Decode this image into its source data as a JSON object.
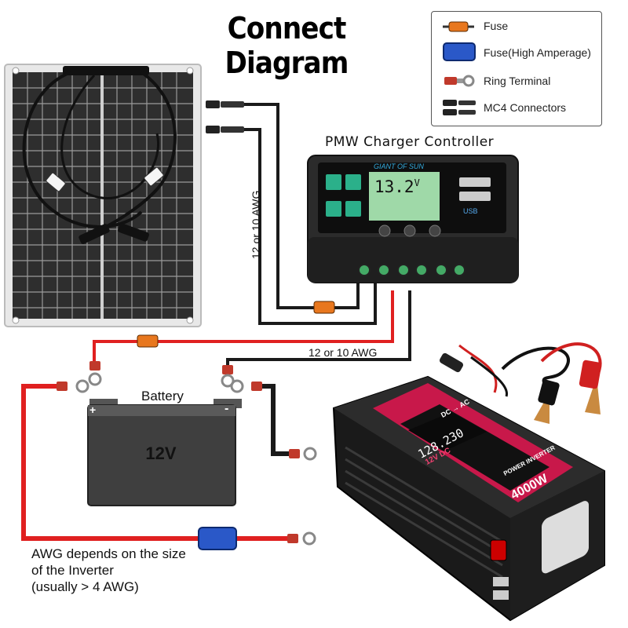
{
  "title": "Connect Diagram",
  "legend": [
    {
      "label": "Fuse",
      "icon": "fuse-icon"
    },
    {
      "label": "Fuse(High Amperage)",
      "icon": "high-amp-fuse-icon"
    },
    {
      "label": "Ring Terminal",
      "icon": "ring-terminal-icon"
    },
    {
      "label": "MC4 Connectors",
      "icon": "mc4-connector-icon"
    }
  ],
  "controller": {
    "label": "PMW Charger Controller",
    "brand": "GIANT OF SUN",
    "screen": "13.2",
    "unit": "V",
    "usb": "USB"
  },
  "wire_labels": {
    "panel_to_controller": "12 or 10 AWG",
    "controller_to_battery": "12 or 10 AWG"
  },
  "battery": {
    "label": "Battery",
    "voltage": "12V",
    "plus": "+",
    "minus": "-"
  },
  "inverter": {
    "display": "128.230",
    "mode": "DC → AC",
    "volts": "12V DC",
    "name": "POWER INVERTER",
    "watts": "4000W"
  },
  "note": {
    "line1": "AWG depends on the size",
    "line2": "of the Inverter",
    "line3": "(usually  > 4 AWG)"
  },
  "colors": {
    "positive_wire": "#e02020",
    "negative_wire": "#1a1a1a",
    "fuse": "#e8771e",
    "high_amp_fuse": "#2a58c8"
  }
}
